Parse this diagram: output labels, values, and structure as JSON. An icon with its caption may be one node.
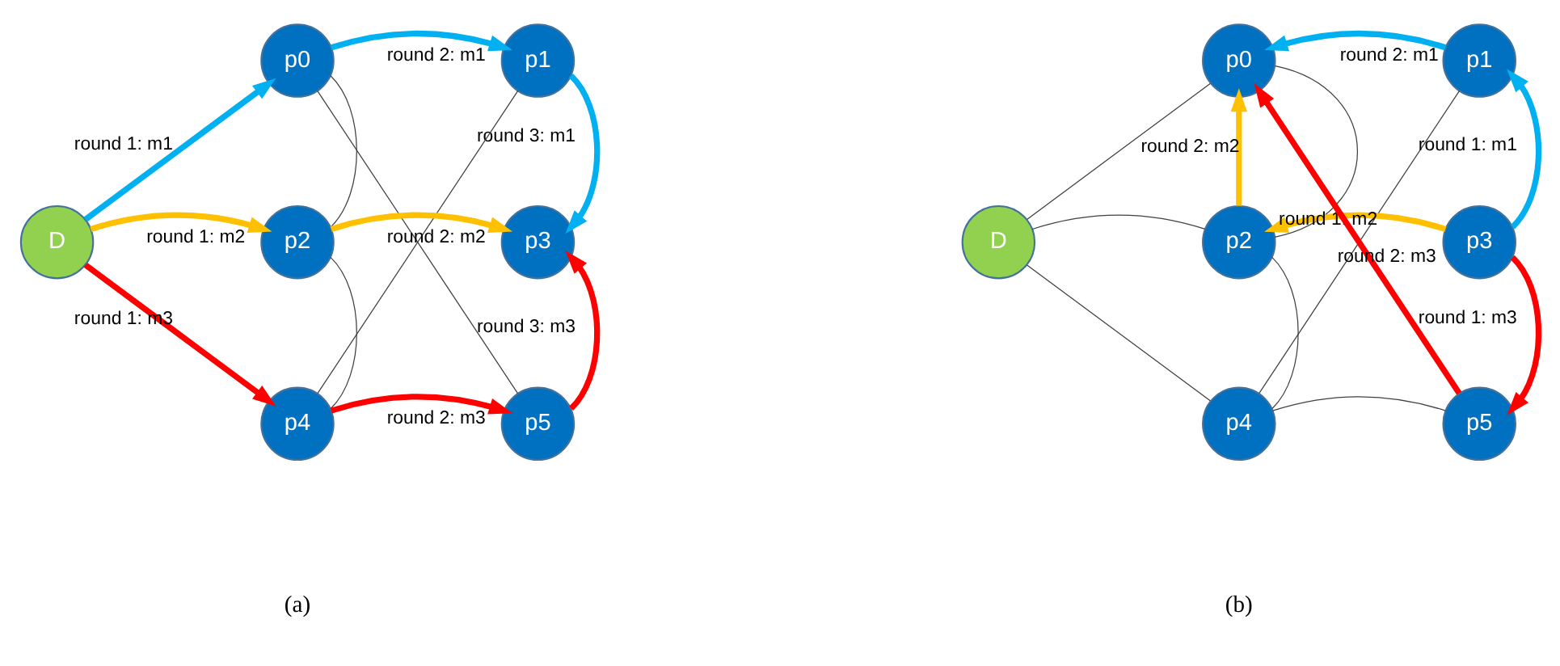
{
  "diagram": {
    "nodes": [
      {
        "text": [
          "D"
        ]
      },
      {
        "text": [
          "p0"
        ]
      },
      {
        "text": [
          "p1"
        ]
      },
      {
        "text": [
          "p2"
        ]
      },
      {
        "text": [
          "p3"
        ]
      },
      {
        "text": [
          "p4"
        ]
      },
      {
        "text": [
          "p5"
        ]
      },
      {
        "text": [
          "D"
        ]
      },
      {
        "text": [
          "p0"
        ]
      },
      {
        "text": [
          "p1"
        ]
      },
      {
        "text": [
          "p2"
        ]
      },
      {
        "text": [
          "p3"
        ]
      },
      {
        "text": [
          "p4"
        ]
      },
      {
        "text": [
          "p5"
        ]
      }
    ],
    "edges": [
      {
        "from": 0,
        "to": 1,
        "arrow": "to",
        "label": "round 1: m1",
        "color": "#00b0f0"
      },
      {
        "from": 0,
        "to": 3,
        "arrow": "to",
        "label": "round 1: m2",
        "color": "#ffc000"
      },
      {
        "from": 0,
        "to": 5,
        "arrow": "to",
        "label": "round 1: m3",
        "color": "#ff0000"
      },
      {
        "from": 1,
        "to": 2,
        "arrow": "to",
        "label": "round 2: m1",
        "color": "#00b0f0"
      },
      {
        "from": 3,
        "to": 4,
        "arrow": "to",
        "label": "round 2: m2",
        "color": "#ffc000"
      },
      {
        "from": 5,
        "to": 6,
        "arrow": "to",
        "label": "round 2: m3",
        "color": "#ff0000"
      },
      {
        "from": 2,
        "to": 4,
        "arrow": "to",
        "label": "round 3: m1",
        "color": "#00b0f0"
      },
      {
        "from": 6,
        "to": 4,
        "arrow": "to",
        "label": "round 3: m3",
        "color": "#ff0000"
      },
      {
        "from": 1,
        "to": 3,
        "arrow": "none"
      },
      {
        "from": 3,
        "to": 5,
        "arrow": "none"
      },
      {
        "from": 1,
        "to": 6,
        "arrow": "none"
      },
      {
        "from": 2,
        "to": 5,
        "arrow": "none"
      },
      {
        "from": 9,
        "to": 8,
        "arrow": "to",
        "label": "round 2: m1",
        "color": "#00b0f0"
      },
      {
        "from": 10,
        "to": 8,
        "arrow": "to",
        "label": "round 2: m2",
        "color": "#ffc000"
      },
      {
        "from": 13,
        "to": 8,
        "arrow": "to",
        "label": "round 2: m3",
        "color": "#ff0000"
      },
      {
        "from": 11,
        "to": 9,
        "arrow": "to",
        "label": "round 1: m1",
        "color": "#00b0f0"
      },
      {
        "from": 11,
        "to": 10,
        "arrow": "to",
        "label": "round 1: m2",
        "color": "#ffc000"
      },
      {
        "from": 11,
        "to": 13,
        "arrow": "to",
        "label": "round 1: m3",
        "color": "#ff0000"
      },
      {
        "from": 7,
        "to": 8,
        "arrow": "none"
      },
      {
        "from": 7,
        "to": 10,
        "arrow": "none"
      },
      {
        "from": 7,
        "to": 12,
        "arrow": "none"
      },
      {
        "from": 8,
        "to": 10,
        "arrow": "none"
      },
      {
        "from": 10,
        "to": 12,
        "arrow": "none"
      },
      {
        "from": 12,
        "to": 13,
        "arrow": "none"
      },
      {
        "from": 9,
        "to": 12,
        "arrow": "none"
      }
    ],
    "labels": [
      "(a)",
      "(b)"
    ]
  }
}
